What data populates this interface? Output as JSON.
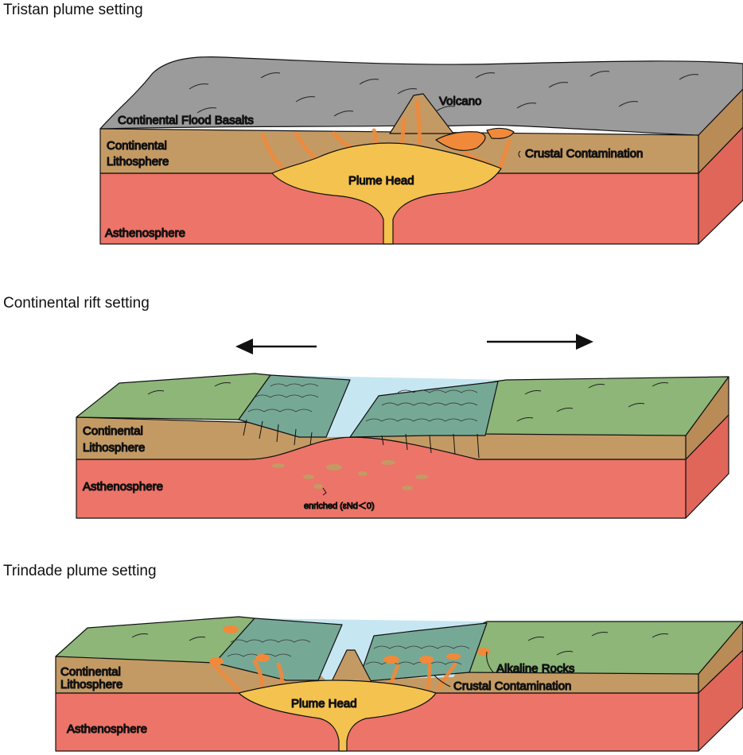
{
  "panels": [
    {
      "title": "Tristan plume setting",
      "labels": {
        "basalts": "Continental Flood Basalts",
        "volcano": "Volcano",
        "lith1": "Continental",
        "lith2": "Lithosphere",
        "contam": "Crustal Contamination",
        "plume": "Plume Head",
        "astheno": "Asthenosphere"
      }
    },
    {
      "title": "Continental rift setting",
      "labels": {
        "lith1": "Continental",
        "lith2": "Lithosphere",
        "astheno": "Asthenosphere",
        "enriched": "enriched (εNd＜0)"
      }
    },
    {
      "title": "Trindade plume setting",
      "labels": {
        "lith1": "Continental",
        "lith2": "Lithosphere",
        "alkaline": "Alkaline Rocks",
        "contam": "Crustal Contamination",
        "plume": "Plume Head",
        "astheno": "Asthenosphere"
      }
    }
  ],
  "colors": {
    "asthenosphere": "#ec7468",
    "lithosphere": "#c49a64",
    "basalt": "#9b9b9b",
    "plume": "#f4c24e",
    "magma": "#f08a3a",
    "green_surface": "#8db678",
    "rift_blocks": "#76a896",
    "water": "#c6e6f2"
  }
}
